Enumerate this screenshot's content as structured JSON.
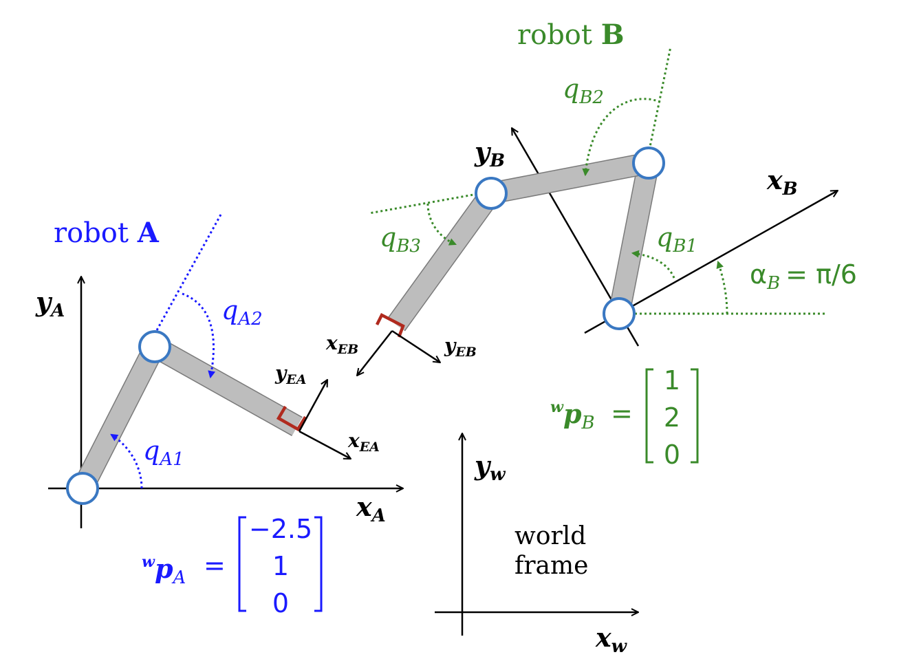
{
  "colors": {
    "robot_a": "#1a1aff",
    "robot_b": "#3a8a2a",
    "joint": "#3a78c2",
    "link": "#bdbdbd",
    "gripper": "#b02a1e",
    "axis": "#000000"
  },
  "icons": [
    "joint-circle",
    "gripper-bracket",
    "arrow-head",
    "rotation-arc"
  ],
  "robot_a": {
    "title_word": "robot",
    "title_letter": "A",
    "y_axis": "y",
    "y_sub": "A",
    "x_axis": "x",
    "x_sub": "A",
    "q1": "q",
    "q1_sub": "A1",
    "q2": "q",
    "q2_sub": "A2",
    "ee_y": "y",
    "ee_y_sub": "EA",
    "ee_x": "x",
    "ee_x_sub": "EA",
    "pos_sup": "w",
    "pos_sym": "p",
    "pos_sub": "A",
    "pos_eq": "=",
    "pos_values": [
      "−2.5",
      "1",
      "0"
    ]
  },
  "robot_b": {
    "title_word": "robot",
    "title_letter": "B",
    "y_axis": "y",
    "y_sub": "B",
    "x_axis": "x",
    "x_sub": "B",
    "q1": "q",
    "q1_sub": "B1",
    "q2": "q",
    "q2_sub": "B2",
    "q3": "q",
    "q3_sub": "B3",
    "alpha": "α",
    "alpha_sub": "B",
    "alpha_value": "= π/6",
    "ee_x": "x",
    "ee_x_sub": "EB",
    "ee_y": "y",
    "ee_y_sub": "EB",
    "pos_sup": "w",
    "pos_sym": "p",
    "pos_sub": "B",
    "pos_eq": "=",
    "pos_values": [
      "1",
      "2",
      "0"
    ]
  },
  "world": {
    "y_axis": "y",
    "y_sub": "w",
    "x_axis": "x",
    "x_sub": "w",
    "label_line1": "world",
    "label_line2": "frame"
  }
}
